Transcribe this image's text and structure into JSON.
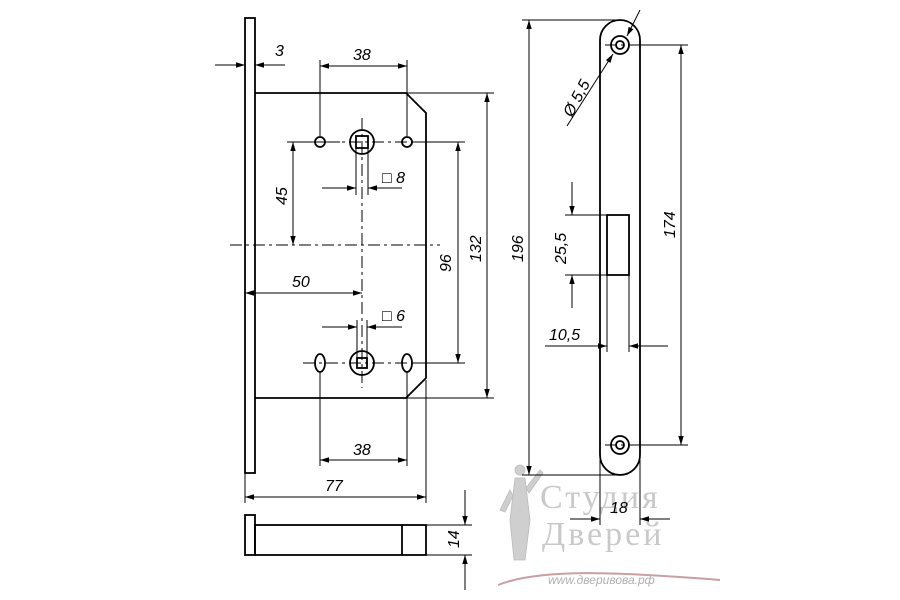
{
  "dimensions": {
    "plate_thickness": "3",
    "top_holes_spacing": "38",
    "spindle_to_axis": "45",
    "square_top": "□ 8",
    "backset": "50",
    "square_bottom": "□ 6",
    "bottom_holes_spacing": "38",
    "total_width": "77",
    "center_distance": "96",
    "body_height": "132",
    "faceplate_length": "196",
    "hole_diameter": "Ø 5,5",
    "latch_height": "25,5",
    "latch_offset": "10,5",
    "mount_holes_spacing": "174",
    "faceplate_width": "18",
    "thickness": "14"
  },
  "watermark": {
    "line1": "Студия",
    "line2": "Дверей",
    "site": "www.дверивова.рф"
  }
}
